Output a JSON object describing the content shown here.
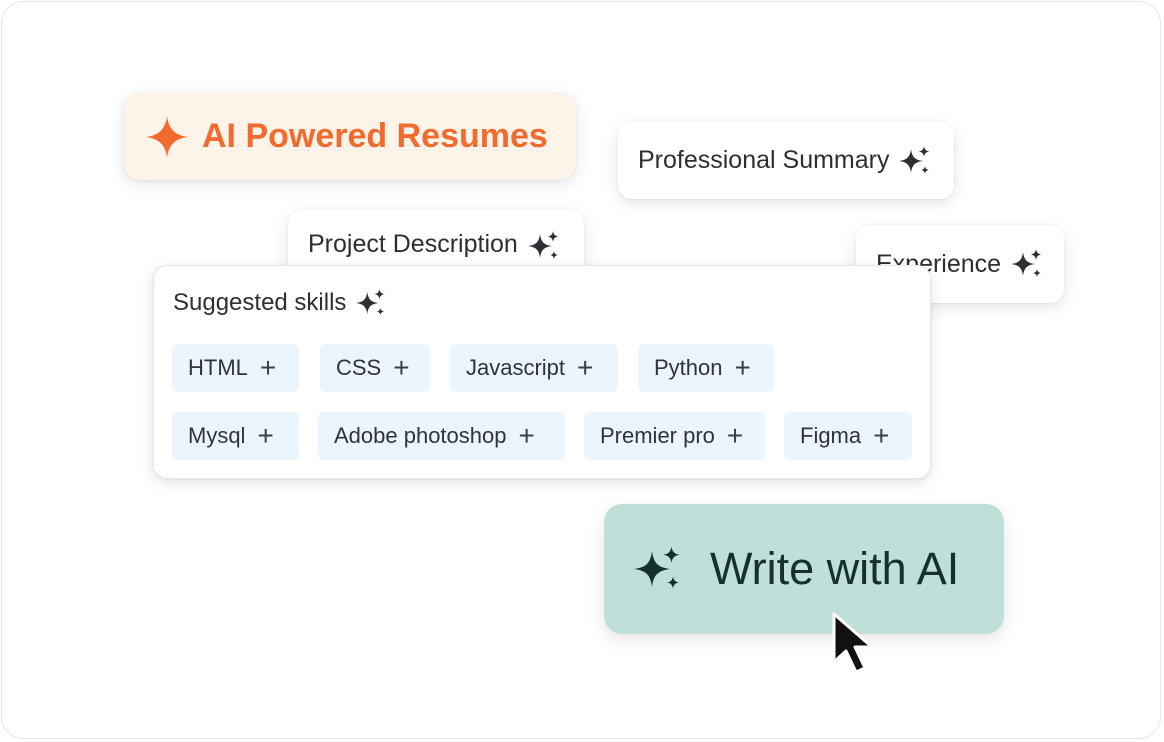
{
  "badge": {
    "label": "AI Powered Resumes",
    "icon": "sparkle-star-icon",
    "color": "#f26a2e",
    "background": "#fef3e9"
  },
  "cards": {
    "professional_summary": "Professional Summary",
    "project_description": "Project Description",
    "experience": "Experience"
  },
  "skills": {
    "title": "Suggested skills",
    "chips": [
      {
        "label": "HTML"
      },
      {
        "label": "CSS"
      },
      {
        "label": "Javascript"
      },
      {
        "label": "Python"
      },
      {
        "label": "Mysql"
      },
      {
        "label": "Adobe photoshop"
      },
      {
        "label": "Premier pro"
      },
      {
        "label": "Figma"
      }
    ],
    "chip_background": "#eaf5fe"
  },
  "cta": {
    "label": "Write with AI",
    "icon": "sparkles-icon",
    "background": "#bfdfd8"
  },
  "cursor": {
    "icon": "cursor-arrow-icon"
  }
}
